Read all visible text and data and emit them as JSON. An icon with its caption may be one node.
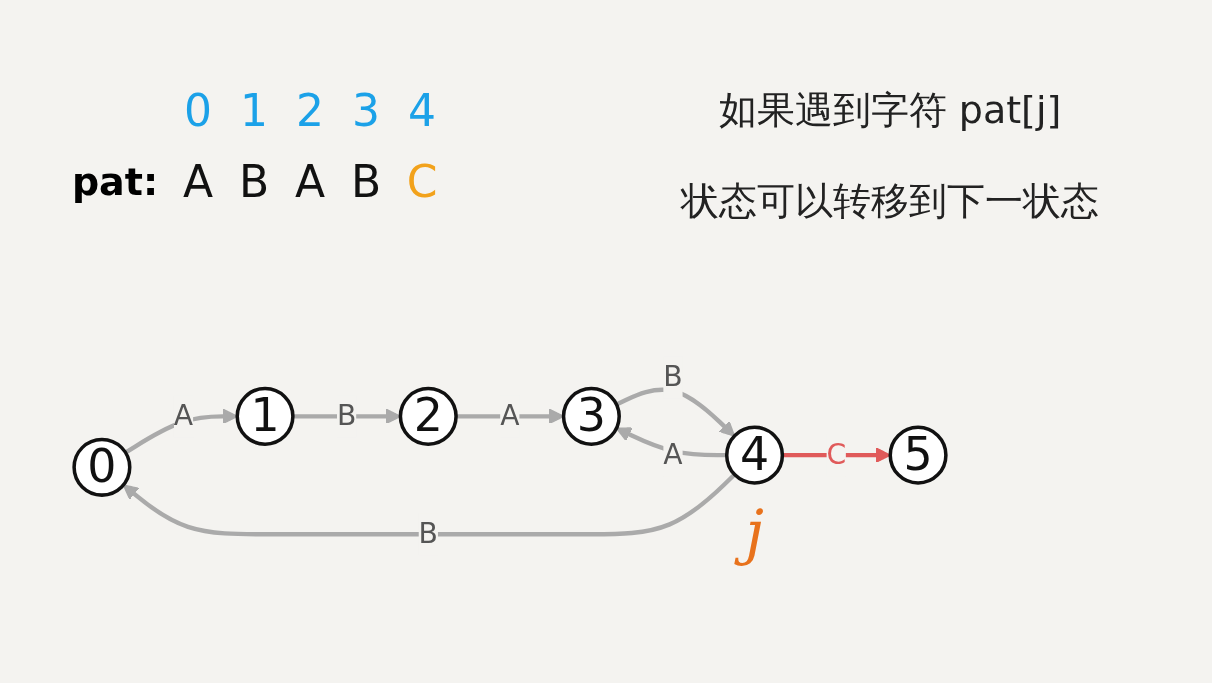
{
  "diagram": {
    "nodes": [
      {
        "text": [
          "0"
        ]
      },
      {
        "text": [
          "1"
        ]
      },
      {
        "text": [
          "2"
        ]
      },
      {
        "text": [
          "3"
        ]
      },
      {
        "text": [
          "4"
        ],
        "beside": [
          "j"
        ]
      },
      {
        "text": [
          "5"
        ]
      }
    ],
    "edges": [
      {
        "from": 0,
        "to": 1,
        "arrow": "to",
        "label": "A"
      },
      {
        "from": 1,
        "to": 2,
        "arrow": "to",
        "label": "B"
      },
      {
        "from": 2,
        "to": 3,
        "arrow": "to",
        "label": "A"
      },
      {
        "from": 3,
        "to": 4,
        "arrow": "to",
        "label": "B"
      },
      {
        "from": 4,
        "to": 5,
        "arrow": "to",
        "label": "C",
        "color": "#e05a5a"
      },
      {
        "from": 4,
        "to": 3,
        "arrow": "to",
        "label": "A"
      },
      {
        "from": 4,
        "to": 0,
        "arrow": "to",
        "label": "B"
      }
    ],
    "labels": [
      "0",
      "1",
      "2",
      "3",
      "4",
      "pat:",
      "A",
      "B",
      "A",
      "B",
      "C",
      "如果遇到字符 pat[j]",
      "状态可以转移到下一状态"
    ]
  }
}
